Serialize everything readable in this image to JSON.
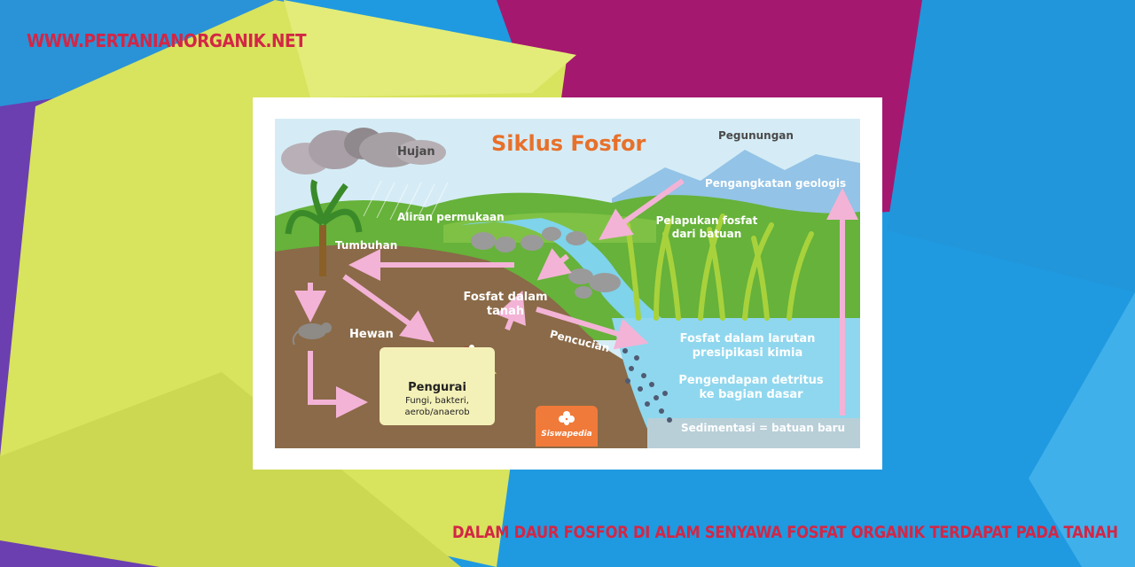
{
  "site": {
    "label": "WWW.PERTANIANORGANIK.NET"
  },
  "caption": {
    "text": "DALAM DAUR FOSFOR DI ALAM SENYAWA FOSFAT ORGANIK TERDAPAT PADA TANAH"
  },
  "diagram": {
    "title": "Siklus Fosfor",
    "labels": {
      "rain": "Hujan",
      "mountains": "Pegunungan",
      "uplift": "Pengangkatan geologis",
      "runoff": "Aliran permukaan",
      "weathering_1": "Pelapukan fosfat",
      "weathering_2": "dari batuan",
      "plants": "Tumbuhan",
      "soil_phosphate_1": "Fosfat dalam",
      "soil_phosphate_2": "tanah",
      "animals": "Hewan",
      "leaching": "Pencucian",
      "solution_1": "Fosfat dalam larutan",
      "solution_2": "presipikasi kimia",
      "deposit_1": "Pengendapan detritus",
      "deposit_2": "ke bagian dasar",
      "sediment": "Sedimentasi = batuan baru"
    },
    "decomposer": {
      "title": "Pengurai",
      "line1": "Fungi, bakteri,",
      "line2": "aerob/anaerob"
    },
    "brand": "Siswapedia"
  },
  "colors": {
    "caption_red": "#d32646",
    "title_orange": "#e8702a",
    "arrow_pink": "#f3b3d6",
    "soil_brown": "#8a6a48",
    "water_blue": "#7fd3ea"
  }
}
